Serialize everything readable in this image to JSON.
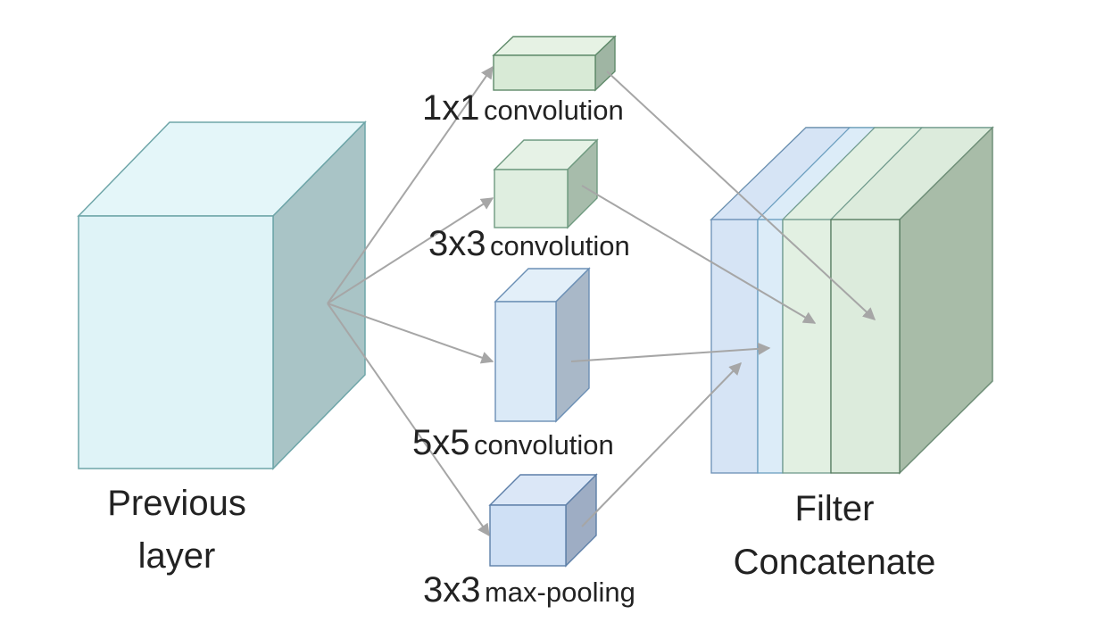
{
  "previous_layer": {
    "label_line1": "Previous",
    "label_line2": "layer"
  },
  "branches": [
    {
      "kernel": "1x1",
      "op": "convolution"
    },
    {
      "kernel": "3x3",
      "op": "convolution"
    },
    {
      "kernel": "5x5",
      "op": "convolution"
    },
    {
      "kernel": "3x3",
      "op": "max-pooling"
    }
  ],
  "filter_concatenate": {
    "label_line1": "Filter",
    "label_line2": "Concatenate"
  },
  "colors": {
    "previous_layer_front": "#dff3f7",
    "previous_layer_side": "#a9c4c6",
    "previous_layer_top": "#e4f6f9",
    "edge": "#6ea5a8",
    "conv1x1_front": "#d8ead6",
    "conv3x3_front": "#dfeee0",
    "conv5x5_front": "#dbeaf7",
    "pool_front": "#cfe0f5",
    "concat_blue": "#d6e4f5",
    "concat_lightblue": "#dcecf8",
    "concat_green": "#e2f0e2",
    "concat_side": "#a8bca8",
    "arrow": "#a6a6a6"
  }
}
